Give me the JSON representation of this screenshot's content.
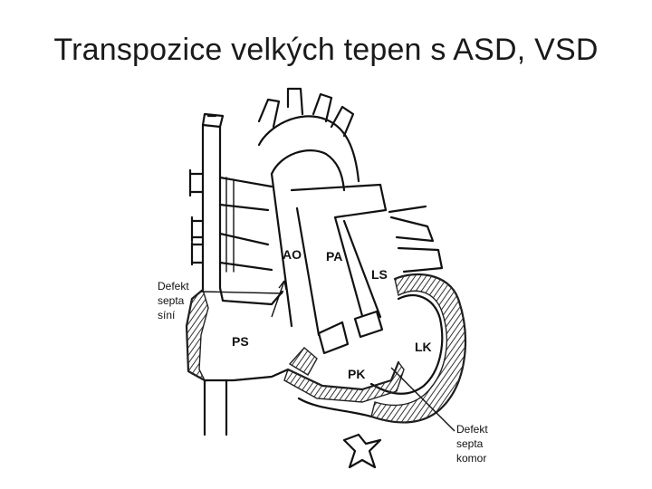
{
  "title": "Transpozice velkých tepen s ASD, VSD",
  "labels": {
    "ao": "AO",
    "pa": "PA",
    "ls": "LS",
    "ps": "PS",
    "lk": "LK",
    "pk": "PK",
    "asd": [
      "Defekt",
      "septa",
      "síní"
    ],
    "vsd": [
      "Defekt",
      "septa",
      "komor"
    ]
  },
  "colors": {
    "line": "#111111",
    "hatch": "#444444",
    "background": "#ffffff"
  }
}
